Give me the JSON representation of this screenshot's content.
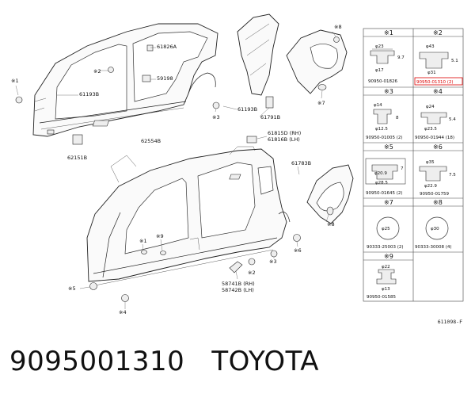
{
  "callouts": {
    "p61826A": "61826A",
    "p59198": "59198",
    "p61193B_a": "61193B",
    "p61193B_b": "61193B",
    "p62554B": "62554B",
    "p62151B": "62151B",
    "p61791B": "61791B",
    "p61815D": "61815D (RH)",
    "p61816B": "61816B (LH)",
    "p61783B": "61783B",
    "p58741B": "58741B (RH)",
    "p58742B": "58742B (LH)",
    "m1a": "※1",
    "m2a": "※2",
    "m3a": "※3",
    "m8a": "※8",
    "m7a": "※7",
    "m1b": "※1",
    "m9b": "※9",
    "m5b": "※5",
    "m4b": "※4",
    "m2b": "※2",
    "m6b": "※6",
    "m8b": "※8"
  },
  "table": {
    "cells": [
      {
        "mark": "※1",
        "part": "90950-01826",
        "dims": [
          "φ23",
          "9.7",
          "φ17"
        ]
      },
      {
        "mark": "※2",
        "part": "90950-01310 (2)",
        "dims": [
          "φ43",
          "5.1",
          "φ31"
        ],
        "highlighted": true
      },
      {
        "mark": "※3",
        "part": "90950-01005 (2)",
        "dims": [
          "φ14",
          "8",
          "φ12.5"
        ]
      },
      {
        "mark": "※4",
        "part": "90950-01944 (18)",
        "dims": [
          "φ24",
          "5.4",
          "φ23.5"
        ]
      },
      {
        "mark": "※5",
        "part": "90950-01645 (2)",
        "dims": [
          "φ20.9",
          "7",
          "φ28.5"
        ]
      },
      {
        "mark": "※6",
        "part": "90950-01759",
        "dims": [
          "φ35",
          "7.5",
          "φ22.9"
        ]
      },
      {
        "mark": "※7",
        "part": "90333-25003 (2)",
        "dims": [
          "φ25"
        ]
      },
      {
        "mark": "※8",
        "part": "90333-30008 (4)",
        "dims": [
          "φ30"
        ]
      },
      {
        "mark": "※9",
        "part": "90950-01585",
        "dims": [
          "φ22",
          "φ13"
        ]
      }
    ]
  },
  "figure_ref": "611098-F",
  "caption": {
    "part_number": "9095001310",
    "brand": "TOYOTA"
  }
}
